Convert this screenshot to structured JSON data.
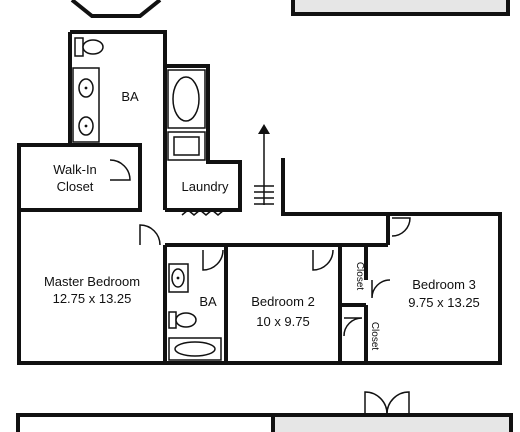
{
  "rooms": {
    "upper_bath": {
      "name": "BA"
    },
    "walk_in_closet": {
      "line1": "Walk-In",
      "line2": "Closet"
    },
    "laundry": {
      "name": "Laundry"
    },
    "master_bedroom": {
      "name": "Master Bedroom",
      "size": "12.75 x 13.25"
    },
    "lower_bath": {
      "name": "BA"
    },
    "bedroom_2": {
      "name": "Bedroom 2",
      "size": "10 x 9.75"
    },
    "closet_a": {
      "name": "Closet"
    },
    "closet_b": {
      "name": "Closet"
    },
    "bedroom_3": {
      "name": "Bedroom 3",
      "size": "9.75 x 13.25"
    }
  },
  "colors": {
    "wall": "#111111",
    "background": "#ffffff",
    "adjacent_fill": "#e6e6e6"
  }
}
